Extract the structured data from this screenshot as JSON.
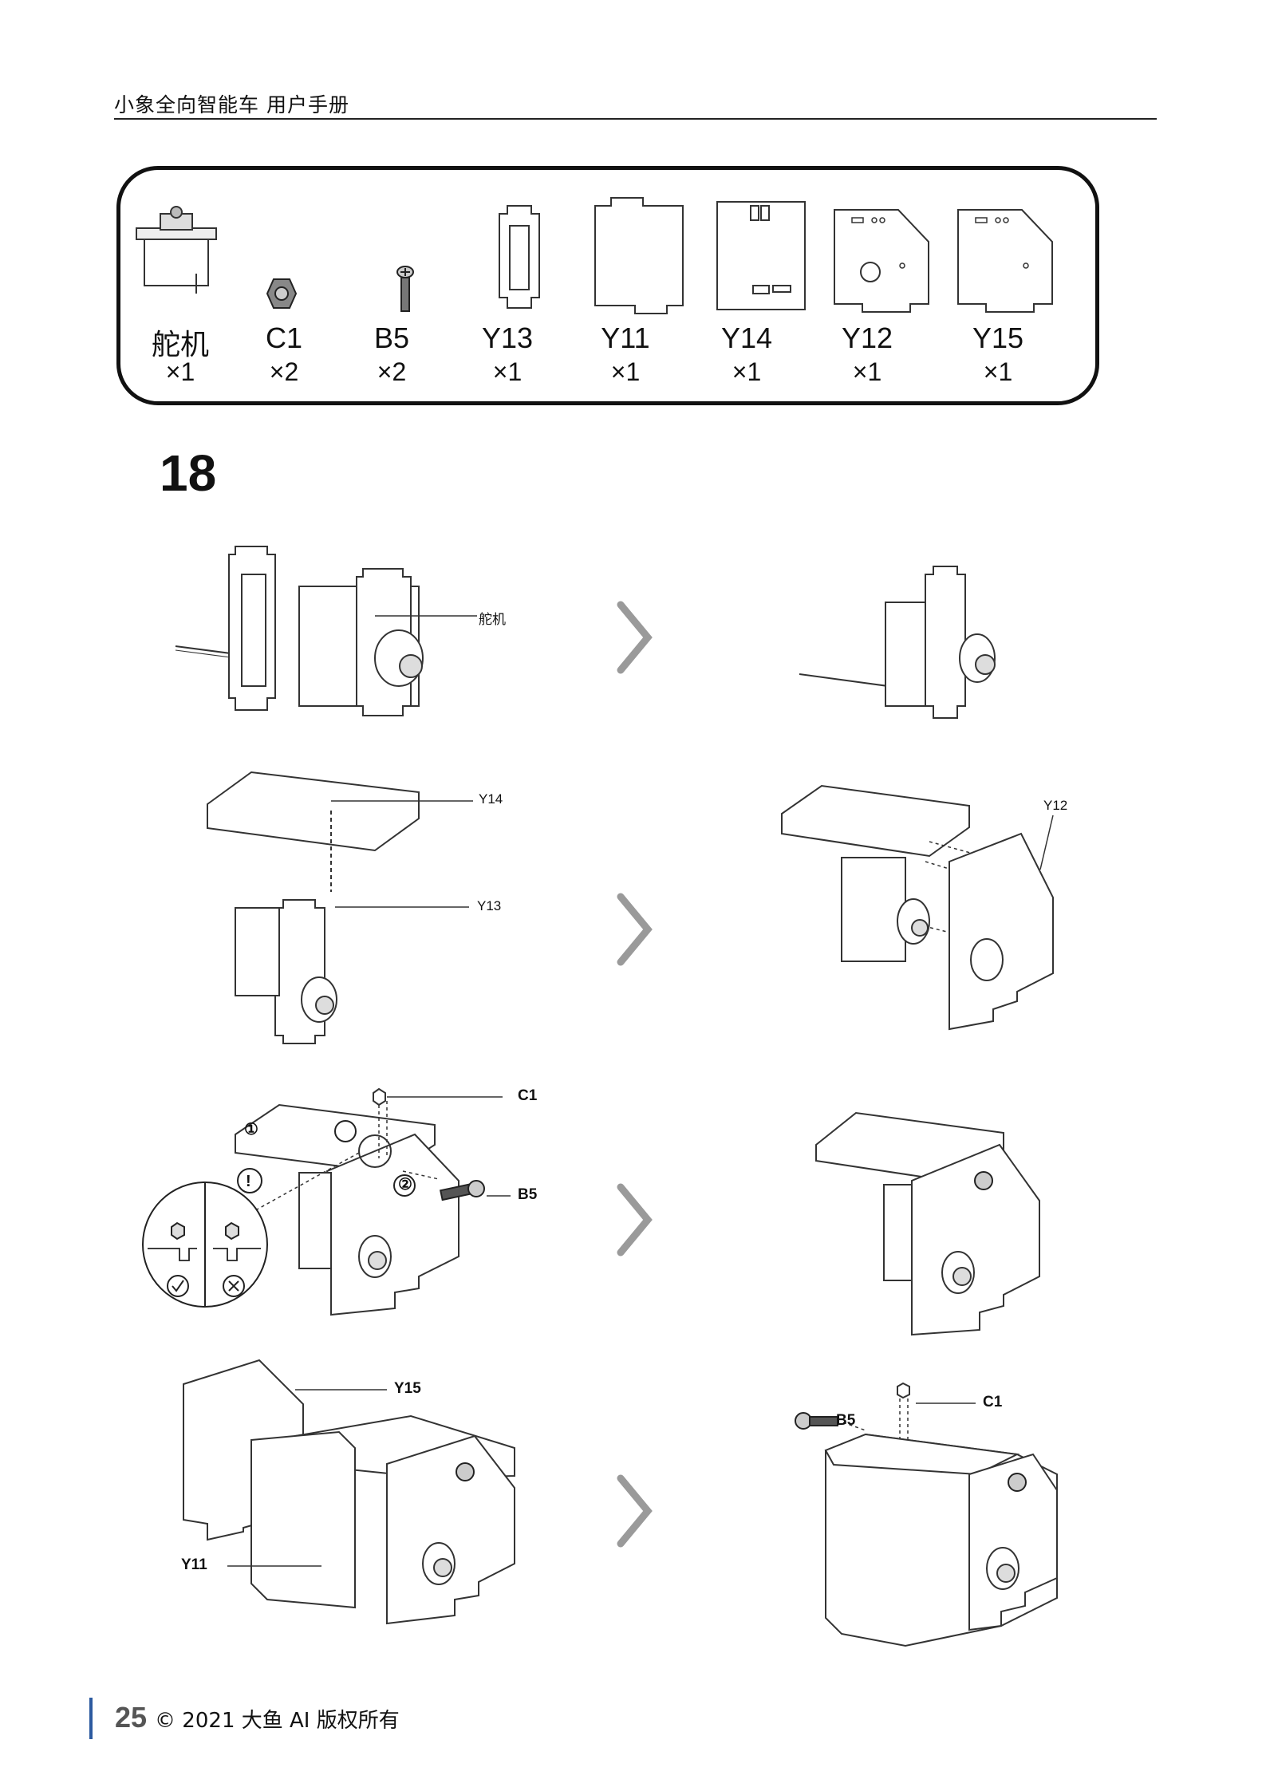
{
  "header": {
    "title": "小象全向智能车   用户手册"
  },
  "parts": [
    {
      "name": "舵机",
      "qty": "×1",
      "icon": "servo-icon"
    },
    {
      "name": "C1",
      "qty": "×2",
      "icon": "hex-nut-icon"
    },
    {
      "name": "B5",
      "qty": "×2",
      "icon": "screw-icon"
    },
    {
      "name": "Y13",
      "qty": "×1",
      "icon": "frame-plate-icon"
    },
    {
      "name": "Y11",
      "qty": "×1",
      "icon": "side-plate-icon"
    },
    {
      "name": "Y14",
      "qty": "×1",
      "icon": "top-plate-icon"
    },
    {
      "name": "Y12",
      "qty": "×1",
      "icon": "front-plate-icon"
    },
    {
      "name": "Y15",
      "qty": "×1",
      "icon": "front-plate-icon"
    }
  ],
  "step": {
    "number": "18"
  },
  "callouts": {
    "servo": "舵机",
    "y14": "Y14",
    "y13": "Y13",
    "y12": "Y12",
    "c1_a": "C1",
    "b5_a": "B5",
    "circle1": "①",
    "circle2": "②",
    "warn": "!",
    "y15": "Y15",
    "y11": "Y11",
    "b5_b": "B5",
    "c1_b": "C1"
  },
  "footer": {
    "page": "25",
    "copyright": "© 2021 大鱼 AI  版权所有"
  },
  "colors": {
    "accent": "#2c5aa0",
    "arrow": "#9a9a9a"
  }
}
